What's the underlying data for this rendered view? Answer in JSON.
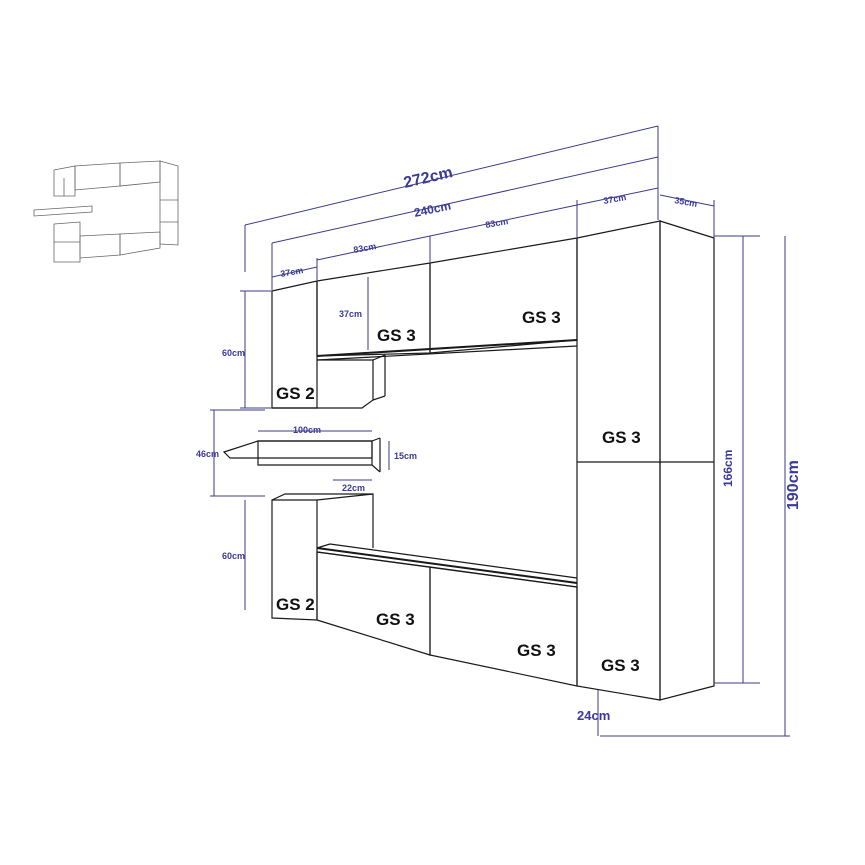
{
  "dimensions": {
    "total_width": "272cm",
    "width_240": "240cm",
    "width_83_upper": "83cm",
    "width_83_upper_right": "83cm",
    "width_37_top": "37cm",
    "width_37_right": "37cm",
    "width_35": "35cm",
    "width_37_left": "37cm",
    "height_37": "37cm",
    "height_60_upper": "60cm",
    "height_46": "46cm",
    "shelf_100": "100cm",
    "shelf_15": "15cm",
    "shelf_22": "22cm",
    "height_60_lower": "60cm",
    "height_166": "166cm",
    "height_190": "190cm",
    "depth_24": "24cm"
  },
  "labels": {
    "gs2_upper": "GS 2",
    "gs3_upper_mid": "GS 3",
    "gs3_upper_right": "GS 3",
    "gs3_tall_upper": "GS 3",
    "gs2_lower": "GS 2",
    "gs3_lower_mid": "GS 3",
    "gs3_lower_right": "GS 3",
    "gs3_tall_lower": "GS 3"
  }
}
